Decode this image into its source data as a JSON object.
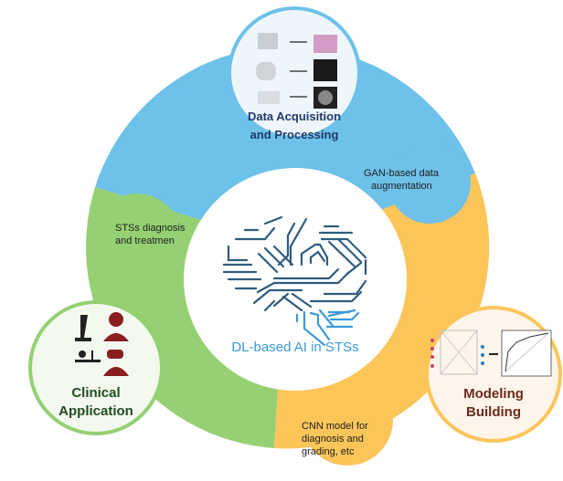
{
  "center_label": "DL-based AI in STSs",
  "stages": {
    "data": {
      "title_line1": "Data Acquisition",
      "title_line2": "and Processing",
      "color": "#6ec1e8"
    },
    "model": {
      "title_line1": "Modeling",
      "title_line2": "Building",
      "color": "#fcc55a"
    },
    "clinical": {
      "title_line1": "Clinical",
      "title_line2": "Application",
      "color": "#95d073"
    }
  },
  "arrows": {
    "gan": {
      "line1": "GAN-based data",
      "line2": "augmentation"
    },
    "cnn": {
      "line1": "CNN model for",
      "line2": "diagnosis and",
      "line3": "grading, etc"
    },
    "sts": {
      "line1": "STSs diagnosis",
      "line2": "and treatmen"
    }
  }
}
